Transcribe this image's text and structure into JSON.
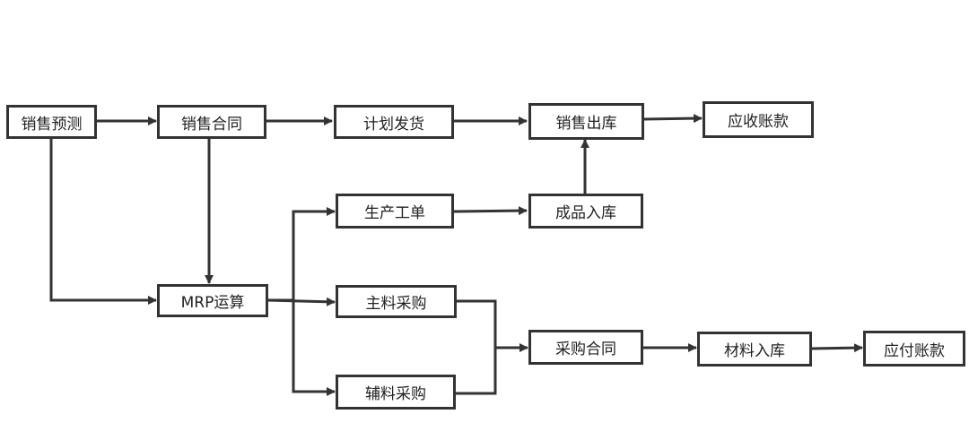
{
  "nodes": {
    "sales_forecast": "销售预测",
    "sales_contract": "销售合同",
    "plan_shipment": "计划发货",
    "sales_outbound": "销售出库",
    "receivable": "应收账款",
    "production_order": "生产工单",
    "finished_inbound": "成品入库",
    "mrp": "MRP运算",
    "main_material_purchase": "主料采购",
    "aux_material_purchase": "辅料采购",
    "purchase_contract": "采购合同",
    "material_inbound": "材料入库",
    "payable": "应付账款"
  },
  "colors": {
    "stroke": "#333333",
    "text": "#222222",
    "background": "#ffffff"
  }
}
